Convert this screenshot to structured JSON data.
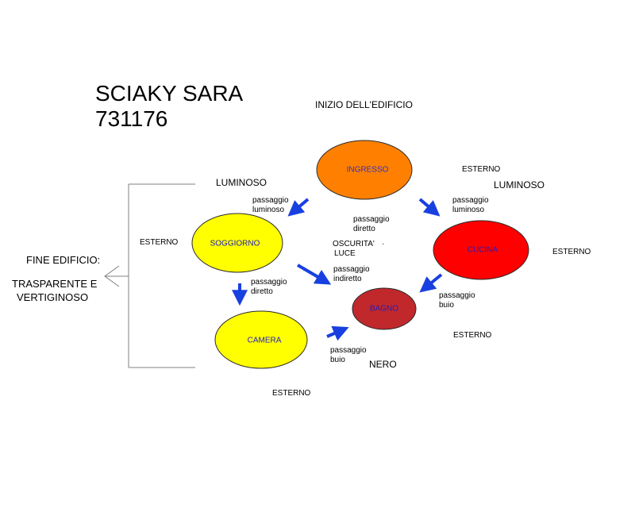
{
  "header": {
    "name": "SCIAKY SARA",
    "id_number": "731176",
    "start": "INIZIO DELL'EDIFICIO"
  },
  "end": {
    "line1": "FINE EDIFICIO:",
    "line2": "TRASPARENTE E",
    "line3": "VERTIGINOSO"
  },
  "nodes": {
    "ingresso": {
      "label": "INGRESSO",
      "fill": "#FF8000",
      "text_color": "#3030C0"
    },
    "soggiorno": {
      "label": "SOGGIORNO",
      "fill": "#FFFF00",
      "text_color": "#2020C0"
    },
    "cucina": {
      "label": "CUCINA",
      "fill": "#FF0000",
      "text_color": "#2020C0"
    },
    "bagno": {
      "label": "BAGNO",
      "fill": "#C0282C",
      "text_color": "#2020C0"
    },
    "camera": {
      "label": "CAMERA",
      "fill": "#FFFF00",
      "text_color": "#2020C0"
    }
  },
  "labels": {
    "luminoso_left": "LUMINOSO",
    "luminoso_right": "LUMINOSO",
    "esterno_top": "ESTERNO",
    "esterno_left": "ESTERNO",
    "esterno_right": "ESTERNO",
    "esterno_mid_right": "ESTERNO",
    "esterno_bottom": "ESTERNO",
    "nero": "NERO",
    "oscurita_line1": "OSCURITA'",
    "oscurita_line2": "LUCE",
    "oscurita_dot": "·"
  },
  "edges": {
    "ingresso_soggiorno": {
      "line1": "passaggio",
      "line2": "luminoso"
    },
    "ingresso_cucina": {
      "line1": "passaggio",
      "line2": "luminoso"
    },
    "ingresso_bagno": {
      "line1": "passaggio",
      "line2": "diretto"
    },
    "soggiorno_camera": {
      "line1": "passaggio",
      "line2": "diretto"
    },
    "soggiorno_bagno": {
      "line1": "passaggio",
      "line2": "indiretto"
    },
    "cucina_bagno": {
      "line1": "passaggio",
      "line2": "buio"
    },
    "camera_bagno": {
      "line1": "passaggio",
      "line2": "buio"
    }
  },
  "colors": {
    "arrow": "#1840E0",
    "bracket": "#808080"
  }
}
